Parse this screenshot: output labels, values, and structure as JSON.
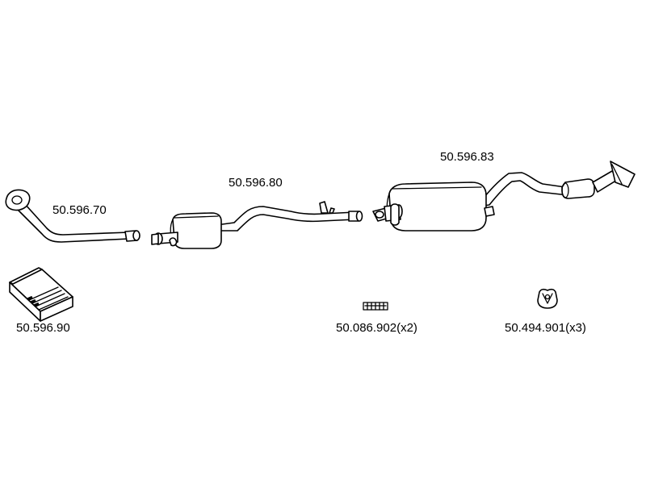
{
  "parts": {
    "front_pipe": {
      "code": "50.596.70"
    },
    "middle_silencer": {
      "code": "50.596.80"
    },
    "rear_silencer": {
      "code": "50.596.83"
    },
    "mounting_kit": {
      "code": "50.596.90"
    },
    "clamp": {
      "code": "50.086.902(x2)"
    },
    "rubber_hanger": {
      "code": "50.494.901(x3)"
    }
  },
  "colors": {
    "line": "#000000",
    "background": "#ffffff"
  }
}
